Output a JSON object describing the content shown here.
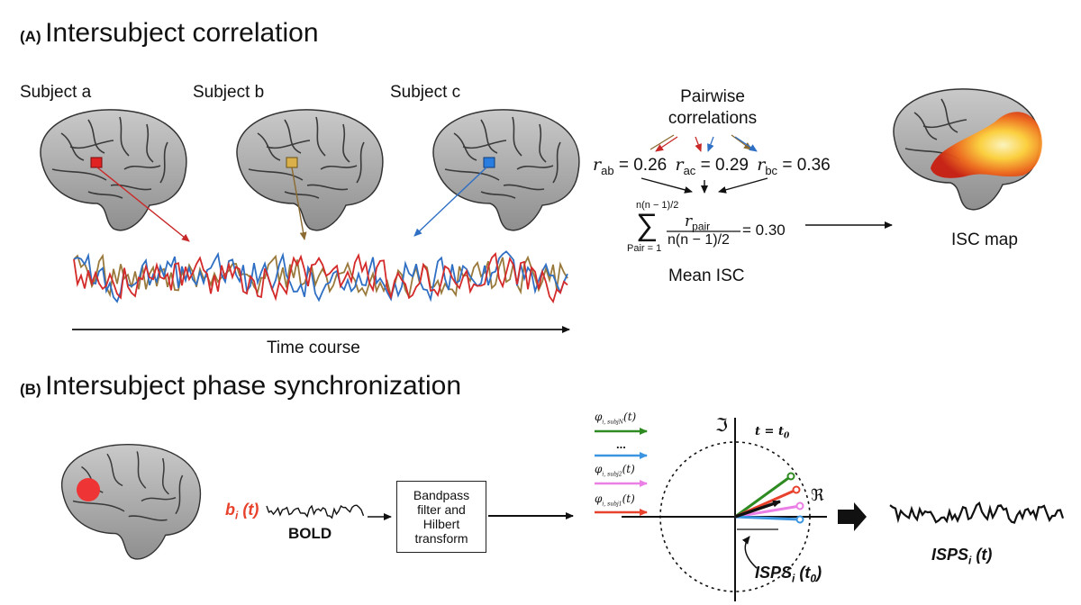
{
  "panel_a": {
    "letter": "(A)",
    "title": "Intersubject correlation",
    "subjects": [
      "Subject a",
      "Subject b",
      "Subject c"
    ],
    "time_label": "Time course",
    "pairwise_title": [
      "Pairwise",
      "correlations"
    ],
    "r_ab": {
      "sym": "r",
      "sub": "ab",
      "value": "= 0.26"
    },
    "r_ac": {
      "sym": "r",
      "sub": "ac",
      "value": "= 0.29"
    },
    "r_bc": {
      "sym": "r",
      "sub": "bc",
      "value": "= 0.36"
    },
    "sum_upper": "n(n − 1)/2",
    "sum_lower": "Pair = 1",
    "numerator": "r",
    "numerator_sub": "pair",
    "denominator": "n(n − 1)/2",
    "result": "= 0.30",
    "mean_label": "Mean ISC",
    "map_label": "ISC map",
    "colors": {
      "subject_a": "#d42a2a",
      "subject_b": "#9a7a3c",
      "subject_c": "#2f6fc4"
    }
  },
  "panel_b": {
    "letter": "(B)",
    "title": "Intersubject phase synchronization",
    "signal_sym": "b",
    "signal_sub": "i",
    "signal_arg": " (t)",
    "bold_label": "BOLD",
    "filter_lines": [
      "Bandpass",
      "filter and",
      "Hilbert",
      "transform"
    ],
    "phase_labels": [
      {
        "sym": "φ",
        "sub": "i, subjN",
        "arg": "(t)",
        "color": "#2e8b22"
      },
      {
        "sym": "...",
        "sub": "",
        "arg": "",
        "color": "#111111"
      },
      {
        "sym": "φ",
        "sub": "i, subj2",
        "arg": "(t)",
        "color": "#ea7fe6"
      },
      {
        "sym": "φ",
        "sub": "i, subj1",
        "arg": "(t)",
        "color": "#e8412c"
      }
    ],
    "imag_axis": "ℑ",
    "real_axis": "ℜ",
    "time_eq": "t = t",
    "time_eq_sub": "0",
    "isps_t0": {
      "sym": "ISPS",
      "sub": "i",
      "arg": " (t",
      "arg_sub": "0",
      "close": ")"
    },
    "isps_t": {
      "sym": "ISPS",
      "sub": "i",
      "arg": " (t)"
    },
    "colors": {
      "green": "#2e8b22",
      "blue": "#3b95e0",
      "pink": "#ea7fe6",
      "red": "#e8412c",
      "dot": "#ee3434"
    }
  }
}
